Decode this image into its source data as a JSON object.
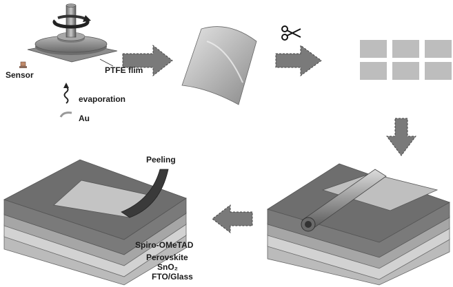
{
  "labels": {
    "sensor": "Sensor",
    "ptfe": "PTFE flim",
    "evaporation": "evaporation",
    "au": "Au",
    "peeling": "Peeling",
    "spiro": "Spiro-OMeTAD",
    "perovskite": "Perovskite",
    "sno2": "SnO₂",
    "fto": "FTO/Glass"
  },
  "icons": {
    "scissors": "scissors-icon",
    "arrow_style": "gray dashed-outline block arrow"
  },
  "colors": {
    "stack_dark": "#6e6e6e",
    "stack_mid": "#9a9a9a",
    "stack_light": "#cfcfcf",
    "film": "#bdbdbd",
    "arrow": "#7a7a7a"
  }
}
